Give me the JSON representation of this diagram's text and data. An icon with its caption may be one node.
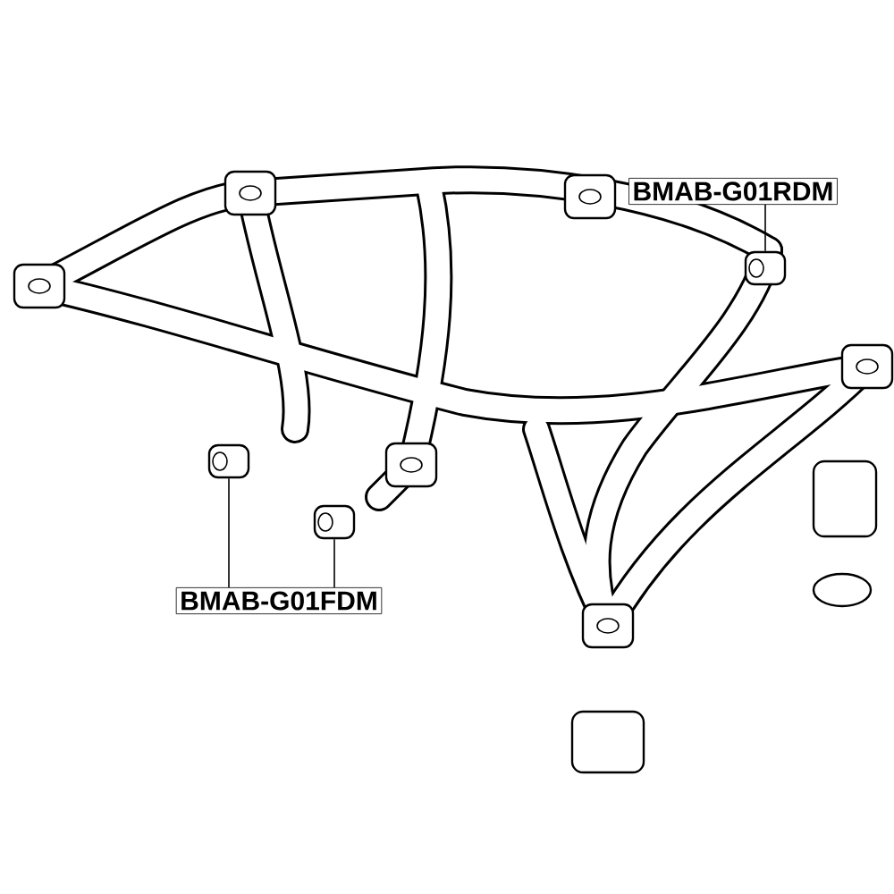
{
  "diagram": {
    "nodes": [
      {
        "text": [
          "BMAB-G01RDM"
        ]
      },
      {
        "text": [],
        "shape": "cylinder"
      },
      {
        "text": [
          "BMAB-G01FDM"
        ]
      },
      {
        "text": [],
        "shape": "cylinder"
      },
      {
        "text": [],
        "shape": "cylinder"
      }
    ],
    "edges": [
      {
        "from": 0,
        "to": 1,
        "arrow": "none"
      },
      {
        "from": 2,
        "to": 3,
        "arrow": "none"
      },
      {
        "from": 2,
        "to": 4,
        "arrow": "none"
      }
    ]
  }
}
